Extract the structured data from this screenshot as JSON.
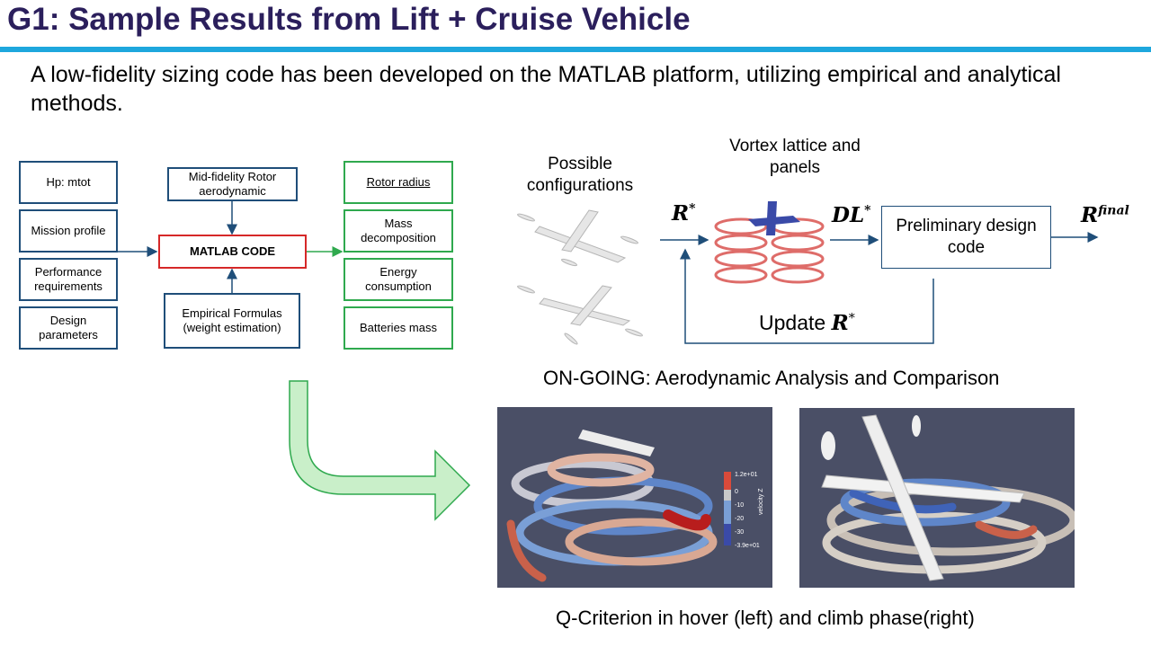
{
  "title": "G1: Sample Results from Lift + Cruise Vehicle",
  "intro": "A low-fidelity sizing code has been developed on the MATLAB platform, utilizing empirical and analytical methods.",
  "inputs": [
    "Hp: mtot",
    "Mission profile",
    "Performance requirements",
    "Design parameters"
  ],
  "mid_top": "Mid-fidelity Rotor aerodynamic",
  "matlab": "MATLAB CODE",
  "mid_bottom": "Empirical Formulas (weight estimation)",
  "outputs": [
    "Rotor radius",
    "Mass decomposition",
    "Energy consumption",
    "Batteries mass"
  ],
  "flow": {
    "possible": "Possible configurations",
    "vortex": "Vortex lattice and panels",
    "design_code": "Preliminary design code",
    "update": "Update ",
    "r_star": "R",
    "dl_star": "DL",
    "star": "*",
    "r_final": "R",
    "final_sup": "final"
  },
  "ongoing": "ON-GOING: Aerodynamic Analysis and Comparison",
  "colorbar": {
    "top": "1.2e+01",
    "ticks": [
      "0",
      "-10",
      "-20",
      "-30"
    ],
    "bottom": "-3.9e+01",
    "label": "velocity Z"
  },
  "caption": "Q-Criterion in hover (left) and climb phase(right)",
  "colors": {
    "title": "#2b1f5c",
    "accent_bar": "#1ea7dd",
    "input_border": "#1f4e79",
    "output_border": "#2fa94e",
    "matlab_border": "#d62828",
    "arrow_fill": "#c9efc9"
  }
}
